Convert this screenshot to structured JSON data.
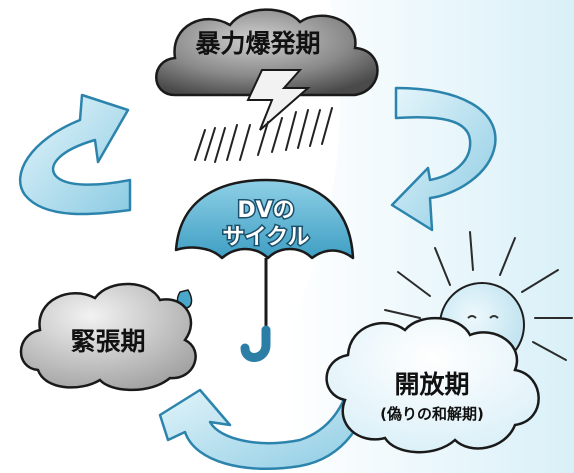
{
  "phases": {
    "explosion": "暴力爆発期",
    "tension": "緊張期",
    "honeymoon": "開放期",
    "honeymoon_sub": "(偽りの和解期)"
  },
  "center": {
    "line1": "DVの",
    "line2": "サイクル"
  },
  "colors": {
    "background_right": "#e4f4fa",
    "arrow_fill": "#bfe3f0",
    "arrow_stroke": "#3a8fb5",
    "umbrella": "#5fb7d6",
    "storm_cloud": "#6f6f6f",
    "grey_cloud": "#c9c9c9",
    "light_cloud": "#eef8fc",
    "sun": "#d7eef6"
  }
}
